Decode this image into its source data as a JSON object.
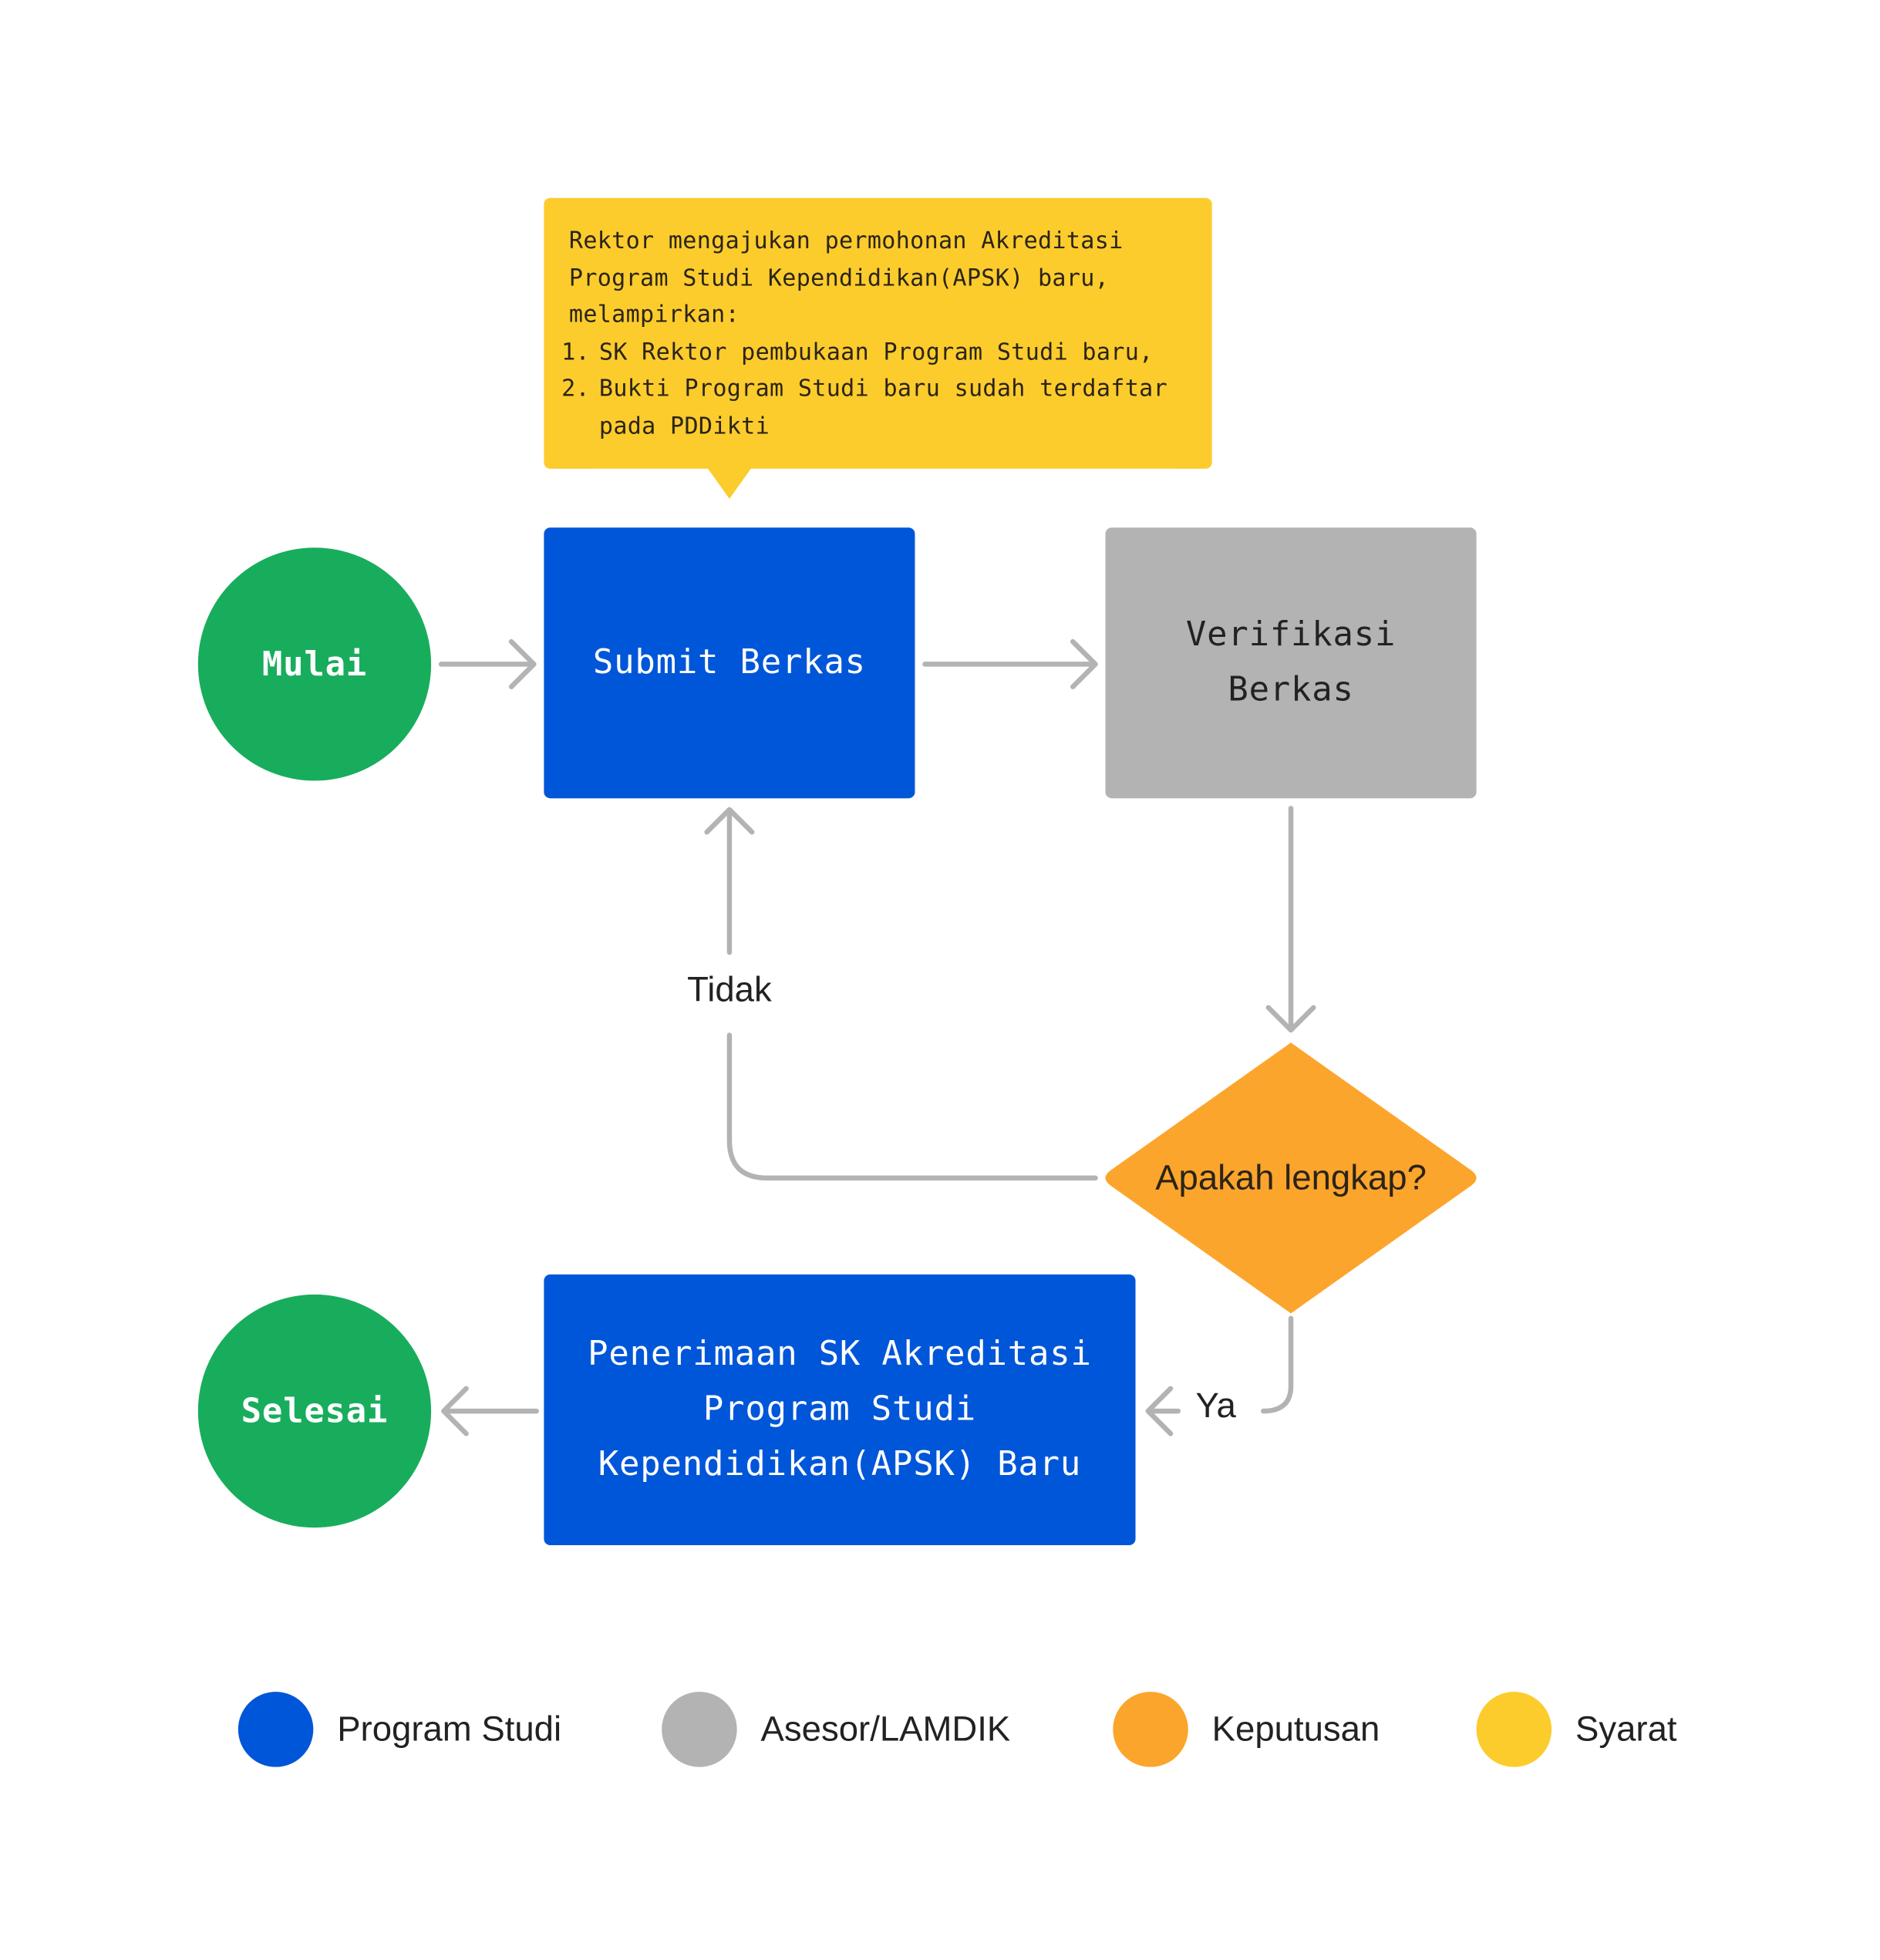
{
  "callout": {
    "intro": "Rektor mengajukan permohonan Akreditasi\nProgram Studi Kependidikan(APSK) baru,\nmelampirkan:",
    "items": [
      {
        "number": "1.",
        "text": "SK Rektor pembukaan Program Studi baru,"
      },
      {
        "number": "2.",
        "text": "Bukti Program Studi baru sudah terdaftar pada PDDikti"
      }
    ]
  },
  "nodes": {
    "start": "Mulai",
    "submit": "Submit Berkas",
    "verify": "Verifikasi Berkas",
    "decision": "Apakah lengkap?",
    "receive": "Penerimaan SK Akreditasi Program Studi Kependidikan(APSK) Baru",
    "end": "Selesai"
  },
  "edges": {
    "no_label": "Tidak",
    "yes_label": "Ya"
  },
  "legend": [
    {
      "label": "Program Studi",
      "color": "#0056d8"
    },
    {
      "label": "Asesor/LAMDIK",
      "color": "#b3b3b3"
    },
    {
      "label": "Keputusan",
      "color": "#fca52c"
    },
    {
      "label": "Syarat",
      "color": "#fccc2d"
    }
  ],
  "colors": {
    "start_end": "#18ad5c",
    "program_studi": "#0056d8",
    "asesor": "#b3b3b3",
    "keputusan": "#fca52c",
    "syarat": "#fccc2d",
    "connector": "#b3b3b3"
  }
}
